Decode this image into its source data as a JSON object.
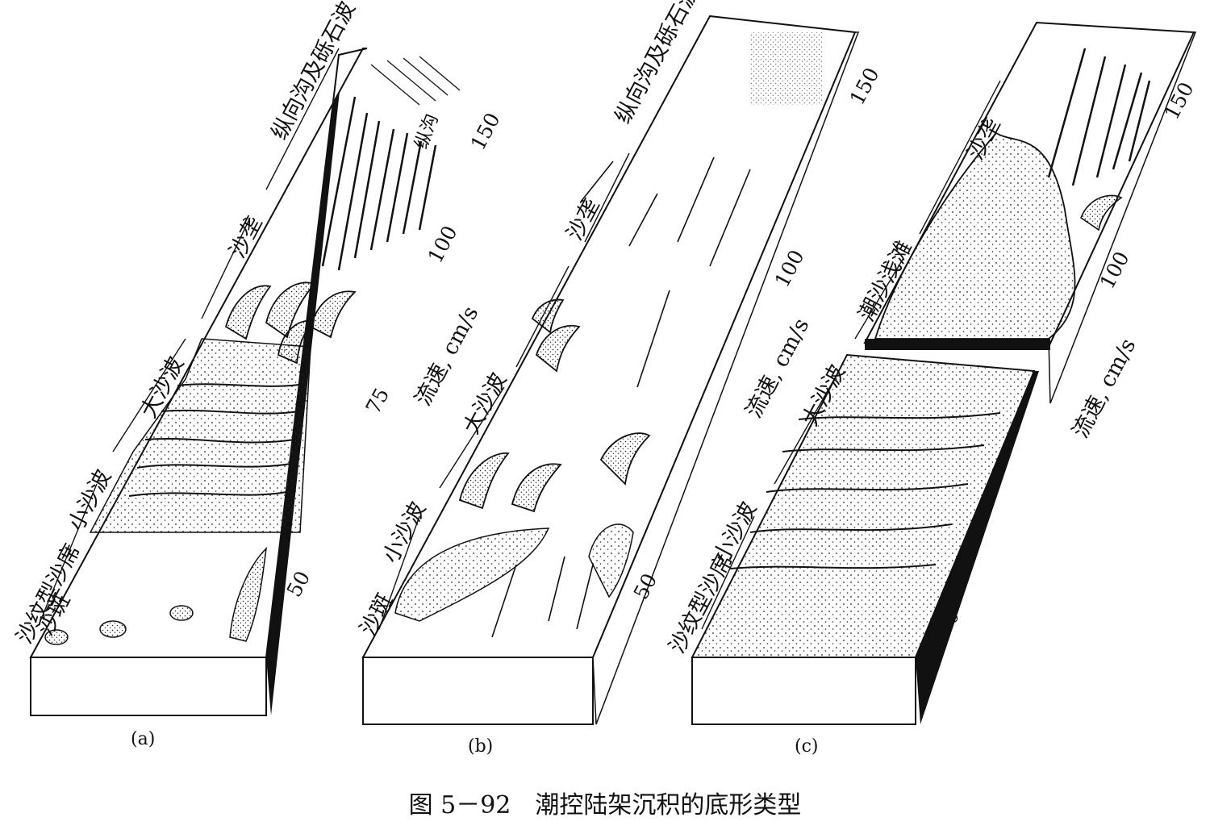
{
  "caption": "图 5－92　潮控陆架沉积的底形类型",
  "panels": [
    {
      "label": "(a)",
      "speed_unit": "流速, cm/s",
      "speed_ticks": [
        "150",
        "100",
        "75",
        "50"
      ],
      "zones": [
        "纵向沟及砾石波",
        "沙垄",
        "大沙波",
        "小沙波",
        "沙纹型沙席",
        "沙斑"
      ],
      "inset_text": "纵沟"
    },
    {
      "label": "(b)",
      "speed_unit": "流速, cm/s",
      "speed_ticks": [
        "150",
        "100",
        "50"
      ],
      "zones": [
        "纵向沟及砾石波",
        "沙垄",
        "大沙波",
        "小沙波",
        "沙斑"
      ]
    },
    {
      "label": "(c)",
      "speed_unit": "流速, cm/s",
      "speed_ticks": [
        "150",
        "100",
        "50"
      ],
      "zones": [
        "沙垄",
        "潮沙浅滩",
        "大沙波",
        "小沙波",
        "沙纹型沙席"
      ]
    }
  ]
}
